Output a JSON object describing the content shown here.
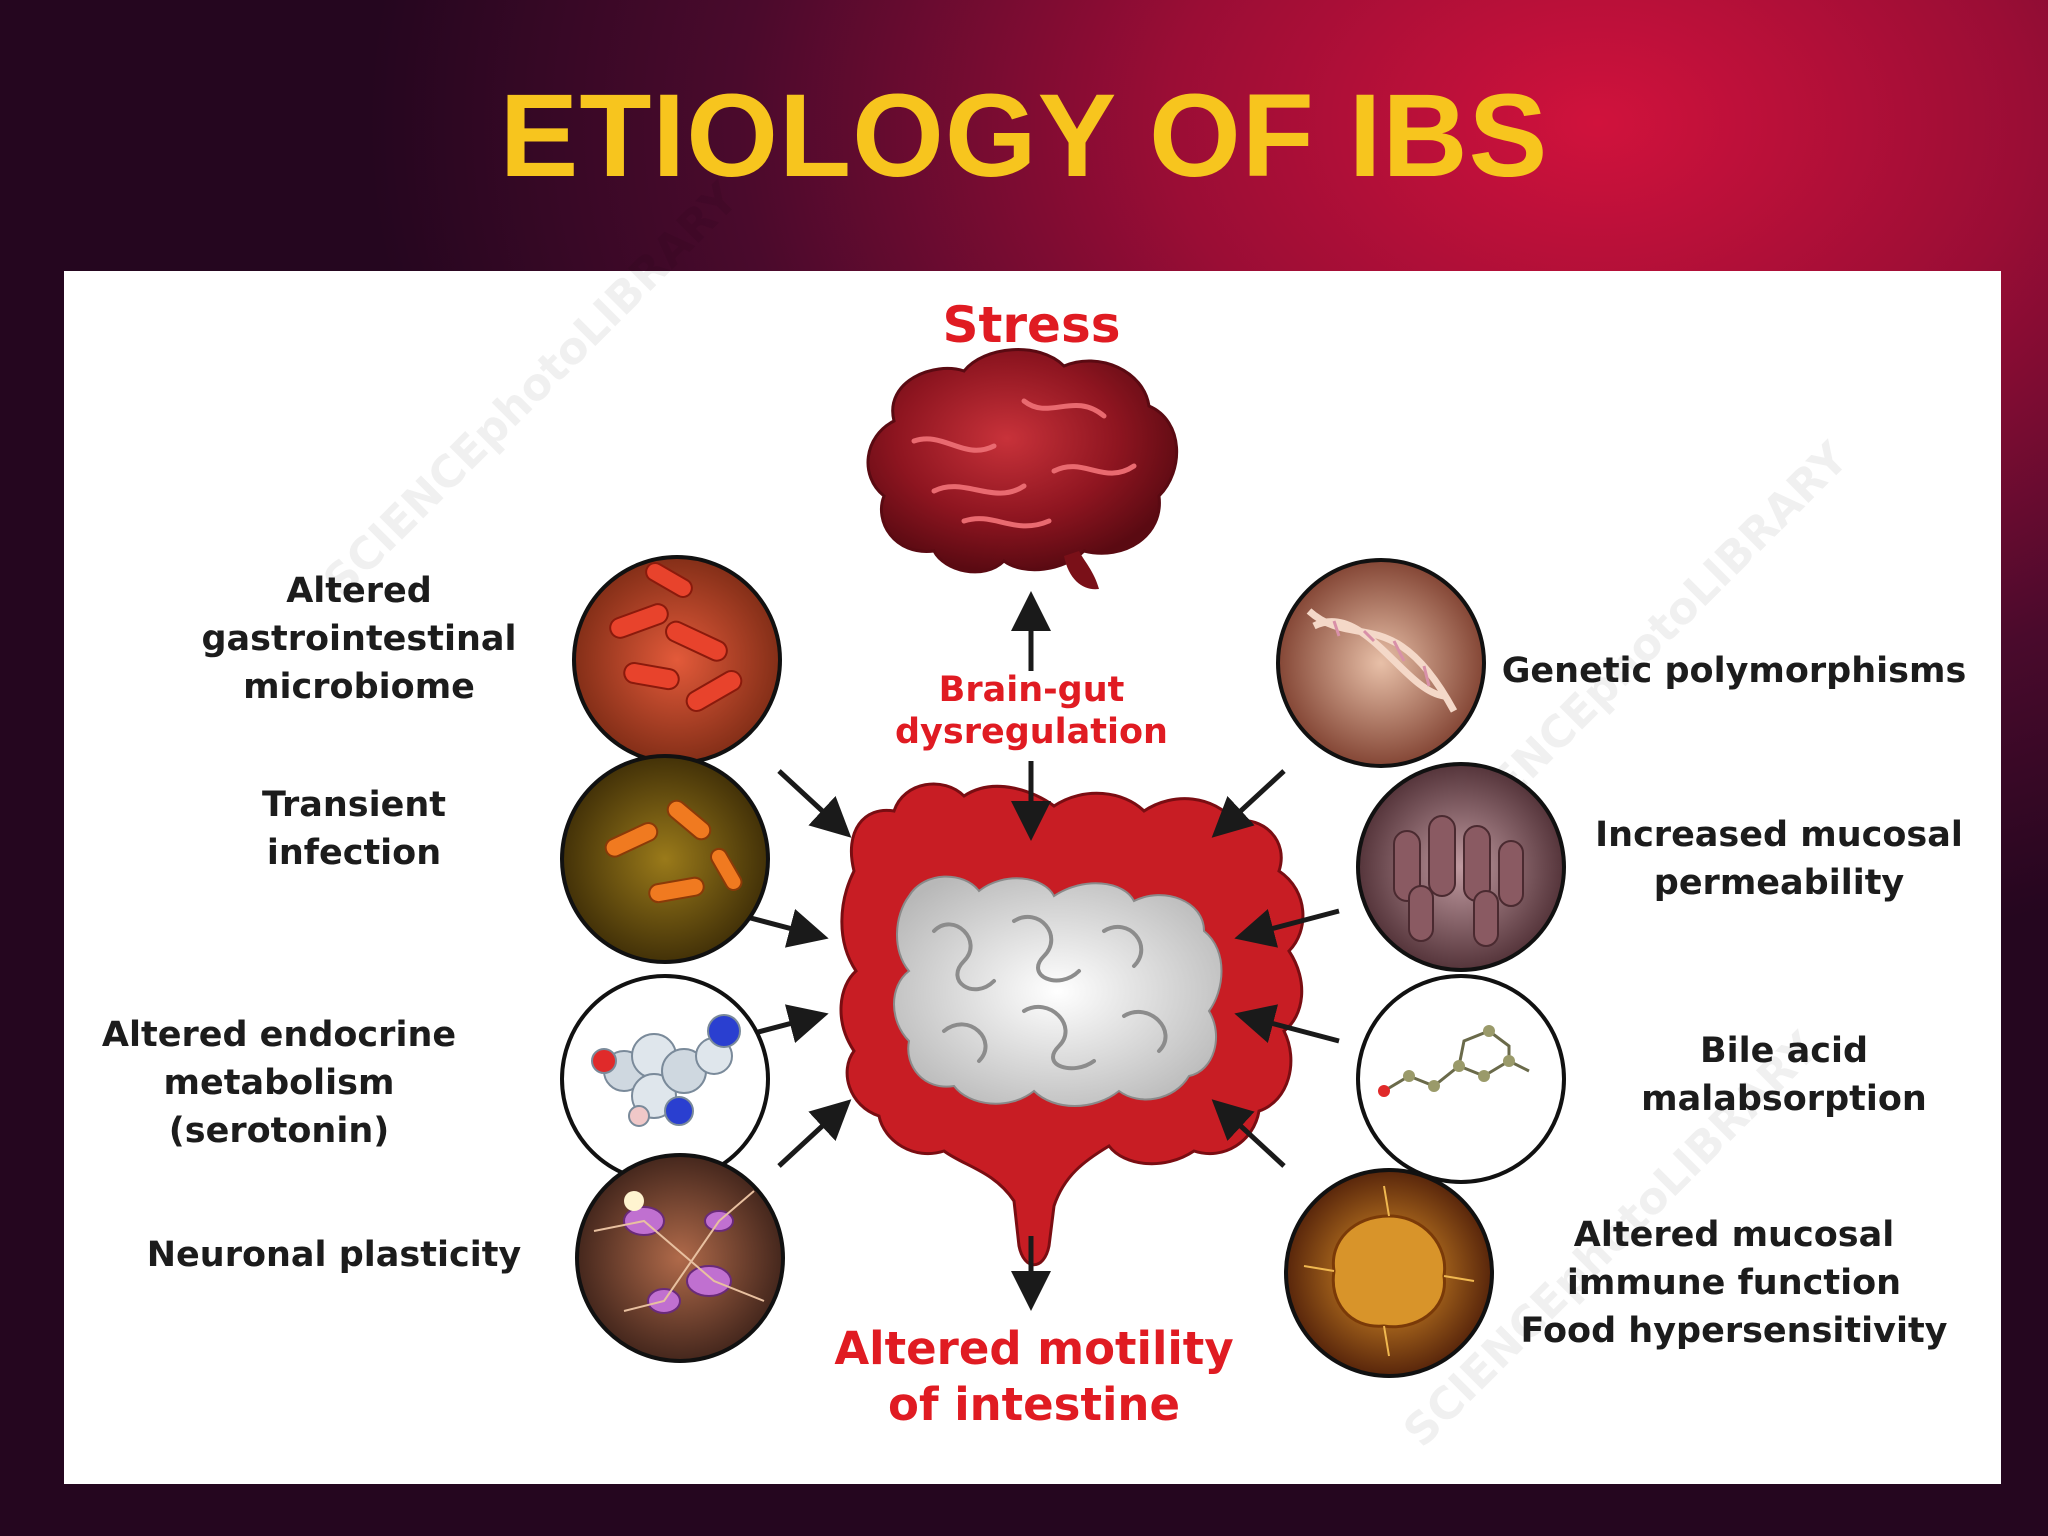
{
  "slide": {
    "title": "ETIOLOGY OF IBS"
  },
  "diagram": {
    "top_label": "Stress",
    "center_label_line1": "Brain-gut",
    "center_label_line2": "dysregulation",
    "bottom_label_line1": "Altered motility",
    "bottom_label_line2": "of intestine",
    "watermark": "SCIENCEphotoLIBRARY",
    "left_factors": [
      {
        "lines": [
          "Altered",
          "gastrointestinal",
          "microbiome"
        ]
      },
      {
        "lines": [
          "Transient",
          "infection"
        ]
      },
      {
        "lines": [
          "Altered endocrine",
          "metabolism",
          "(serotonin)"
        ]
      },
      {
        "lines": [
          "Neuronal plasticity"
        ]
      }
    ],
    "right_factors": [
      {
        "lines": [
          "Genetic polymorphisms"
        ]
      },
      {
        "lines": [
          "Increased mucosal",
          "permeability"
        ]
      },
      {
        "lines": [
          "Bile acid",
          "malabsorption"
        ]
      },
      {
        "lines": [
          "Altered mucosal",
          "immune function",
          "Food hypersensitivity"
        ]
      }
    ],
    "colors": {
      "title": "#f7c51e",
      "red_text": "#e01b22",
      "organ_red": "#c81d24",
      "label_text": "#1c1c1c"
    }
  }
}
